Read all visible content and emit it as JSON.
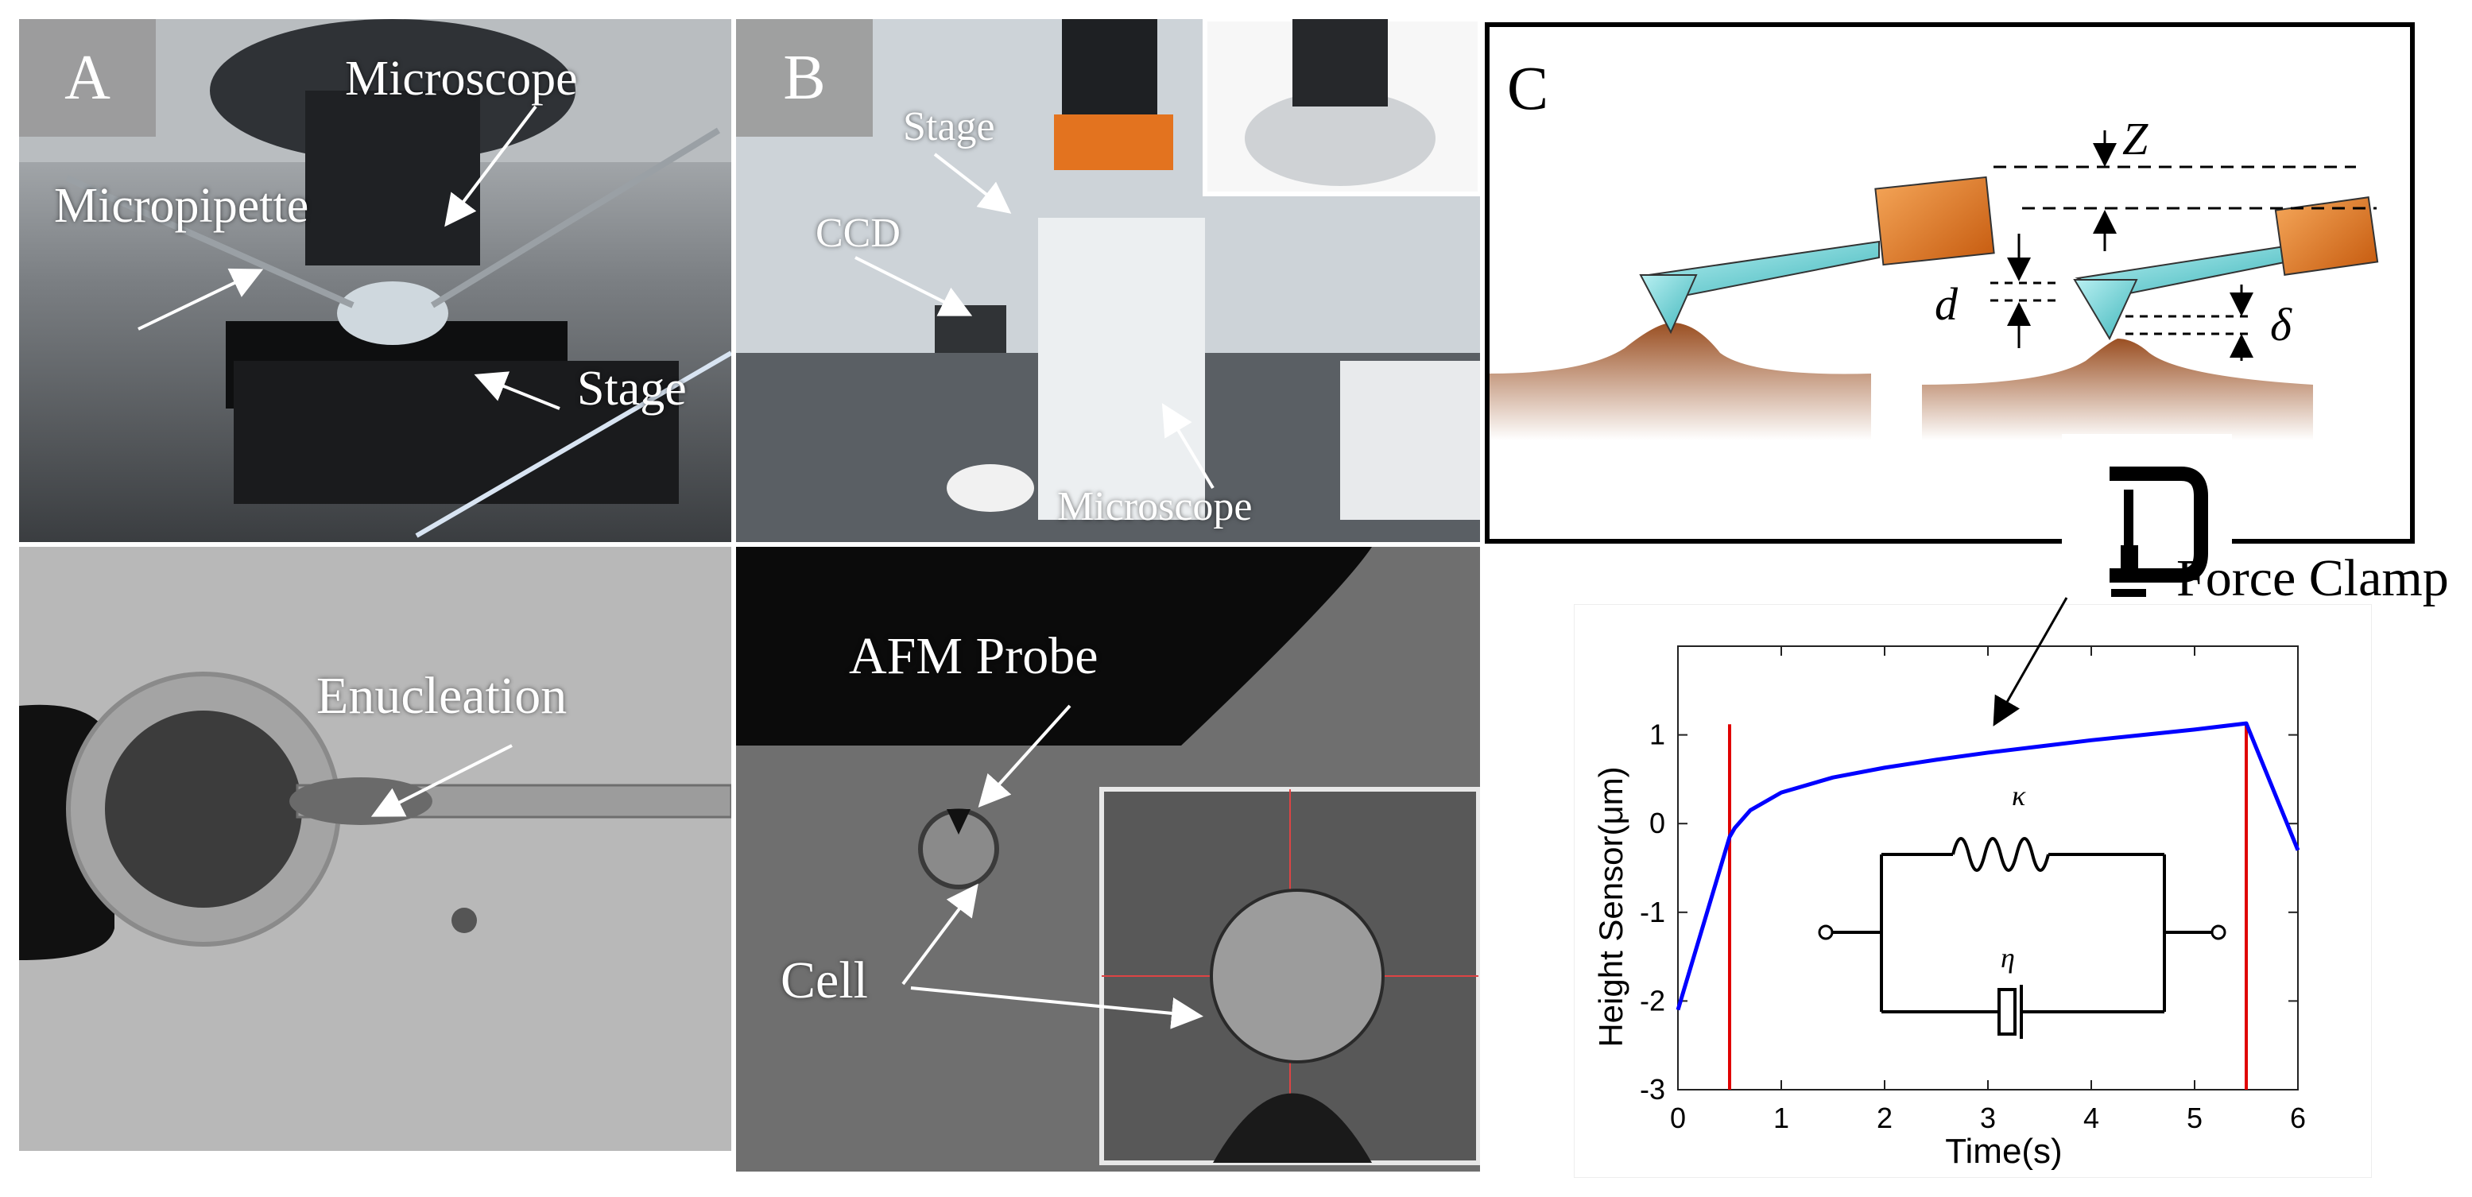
{
  "panel_a": {
    "letter": "A",
    "labels": {
      "microscope": "Microscope",
      "micropipette": "Micropipette",
      "stage": "Stage",
      "enucleation": "Enucleation"
    }
  },
  "panel_b": {
    "letter": "B",
    "labels": {
      "stage": "Stage",
      "ccd": "CCD",
      "microscope": "Microscope",
      "afm_probe": "AFM Probe",
      "cell": "Cell"
    }
  },
  "panel_c": {
    "letter": "C",
    "symbols": {
      "z": "Z",
      "d": "d",
      "delta": "δ",
      "kappa": "κ",
      "eta": "η"
    },
    "force_clamp_label": "Force Clamp",
    "colors": {
      "cantilever": "#7fe3e6",
      "tip_block": "#e07b2a",
      "substrate_top": "#9a4f22"
    }
  },
  "chart_data": {
    "type": "line",
    "xlabel": "Time(s)",
    "ylabel": "Height Sensor(μm)",
    "xlim": [
      0,
      6
    ],
    "ylim": [
      -3,
      2
    ],
    "xticks": [
      "0",
      "1",
      "2",
      "3",
      "4",
      "5",
      "6"
    ],
    "yticks": [
      "-3",
      "-2",
      "-1",
      "0",
      "1"
    ],
    "series": [
      {
        "color": "#0000ff",
        "x": [
          0,
          0.5,
          0.55,
          0.7,
          1.0,
          1.5,
          2.0,
          2.5,
          3.0,
          3.5,
          4.0,
          4.5,
          5.0,
          5.5,
          6.0
        ],
        "y": [
          -2.1,
          -0.15,
          -0.05,
          0.15,
          0.35,
          0.52,
          0.63,
          0.72,
          0.8,
          0.87,
          0.94,
          1.0,
          1.06,
          1.13,
          -0.3
        ]
      }
    ],
    "vlines": [
      {
        "x": 0.5,
        "color": "#e00000",
        "y0": -3,
        "y1": 1.12
      },
      {
        "x": 5.5,
        "color": "#e00000",
        "y0": -3,
        "y1": 1.12
      }
    ],
    "grid": false
  }
}
